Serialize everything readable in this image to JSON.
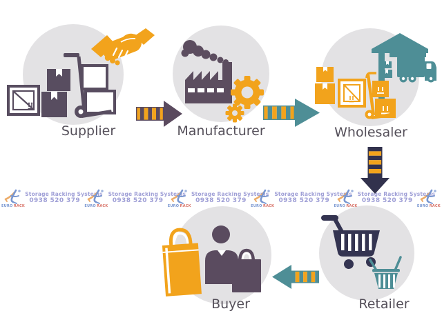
{
  "diagram": {
    "type": "supply-chain-flow",
    "flow_order": [
      "Supplier",
      "Manufacturer",
      "Wholesaler",
      "Retailer",
      "Buyer"
    ]
  },
  "nodes": {
    "supplier": {
      "label": "Supplier",
      "icon": "boxes-handtruck-handshake"
    },
    "manufacturer": {
      "label": "Manufacturer",
      "icon": "factory-gears"
    },
    "wholesaler": {
      "label": "Wholesaler",
      "icon": "warehouse-truck-boxes"
    },
    "retailer": {
      "label": "Retailer",
      "icon": "shopping-cart-basket"
    },
    "buyer": {
      "label": "Buyer",
      "icon": "person-shopping-bags"
    }
  },
  "arrows": [
    {
      "id": "supplier-to-manufacturer",
      "direction": "right"
    },
    {
      "id": "manufacturer-to-wholesaler",
      "direction": "right"
    },
    {
      "id": "wholesaler-to-retailer",
      "direction": "down"
    },
    {
      "id": "retailer-to-buyer",
      "direction": "left"
    }
  ],
  "watermark": {
    "line1": "Storage Racking Systems",
    "line2": "0938 520 379",
    "brand_euro": "EURO",
    "brand_rack": "RACK",
    "repeat_count": 5
  },
  "colors": {
    "orange": "#F2A31C",
    "purple": "#5A4B5F",
    "teal": "#4E8E96",
    "navy": "#32324D",
    "circle_gray": "#E3E2E4",
    "label_gray": "#55505A",
    "watermark_violet": "#8A8ACE",
    "logo_blue": "#5B7FC6",
    "logo_red": "#D05548"
  }
}
